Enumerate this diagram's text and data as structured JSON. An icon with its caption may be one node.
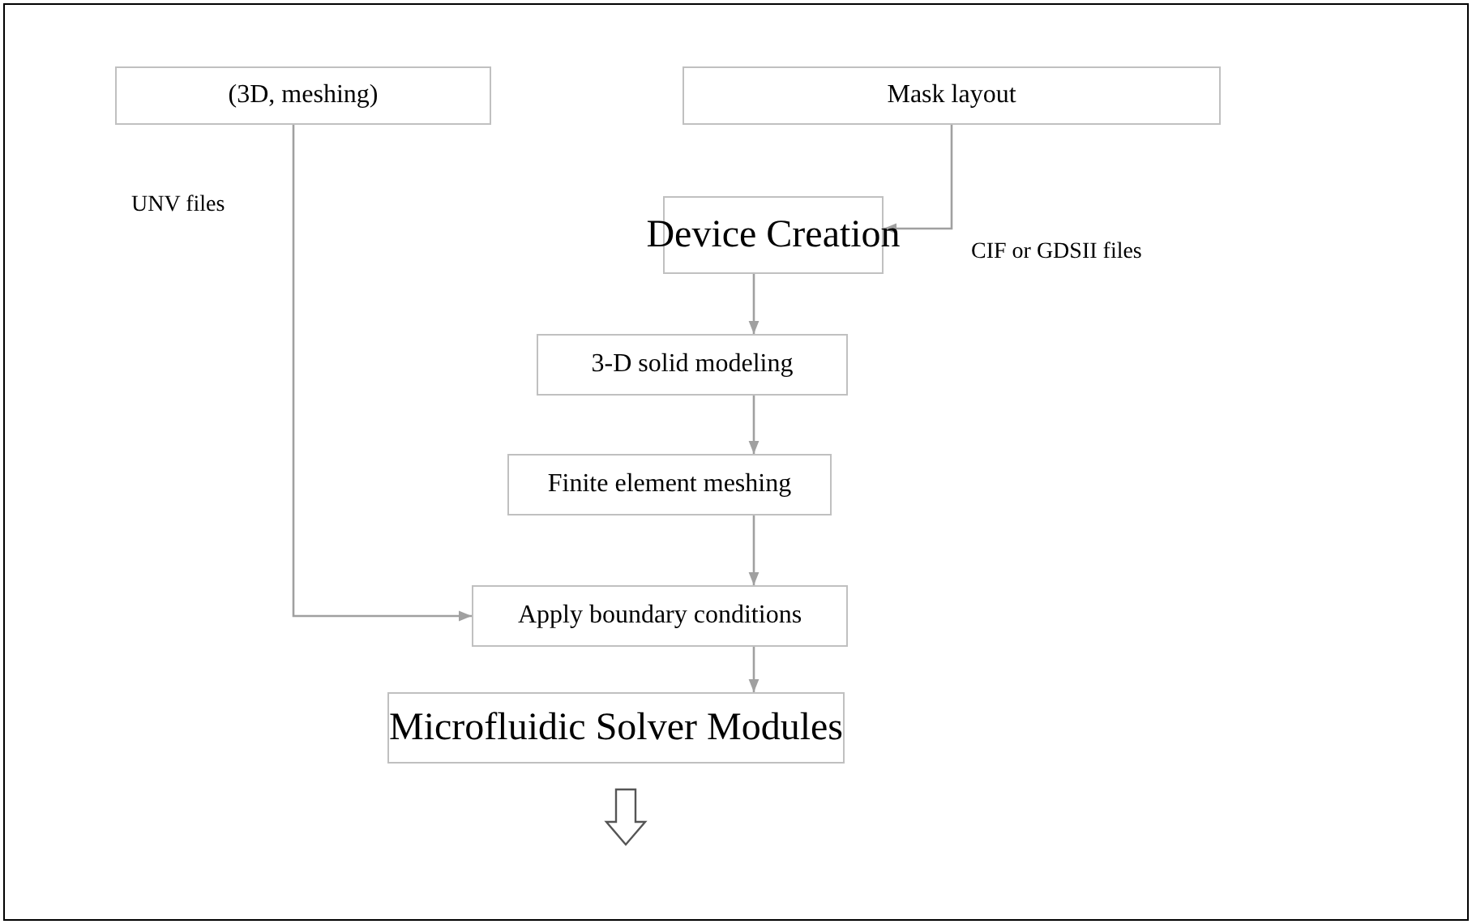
{
  "diagram": {
    "nodes": [
      {
        "text": [
          "(3D, meshing)"
        ]
      },
      {
        "text": [
          "Mask layout"
        ]
      },
      {
        "text": [
          "Device Creation"
        ]
      },
      {
        "text": [
          "3-D solid modeling"
        ]
      },
      {
        "text": [
          "Finite element meshing"
        ]
      },
      {
        "text": [
          "Apply boundary conditions"
        ]
      },
      {
        "text": [
          "Microfluidic Solver Modules"
        ]
      }
    ],
    "edges": [
      {
        "from": 0,
        "to": 5,
        "arrow": "to",
        "label": "UNV files"
      },
      {
        "from": 1,
        "to": 2,
        "arrow": "to",
        "label": "CIF or GDSII files"
      },
      {
        "from": 2,
        "to": 3,
        "arrow": "to"
      },
      {
        "from": 3,
        "to": 4,
        "arrow": "to"
      },
      {
        "from": 4,
        "to": 5,
        "arrow": "to"
      },
      {
        "from": 5,
        "to": 6,
        "arrow": "to"
      },
      {
        "from": 6,
        "to": null,
        "arrow": "to",
        "style": "thick"
      }
    ]
  }
}
